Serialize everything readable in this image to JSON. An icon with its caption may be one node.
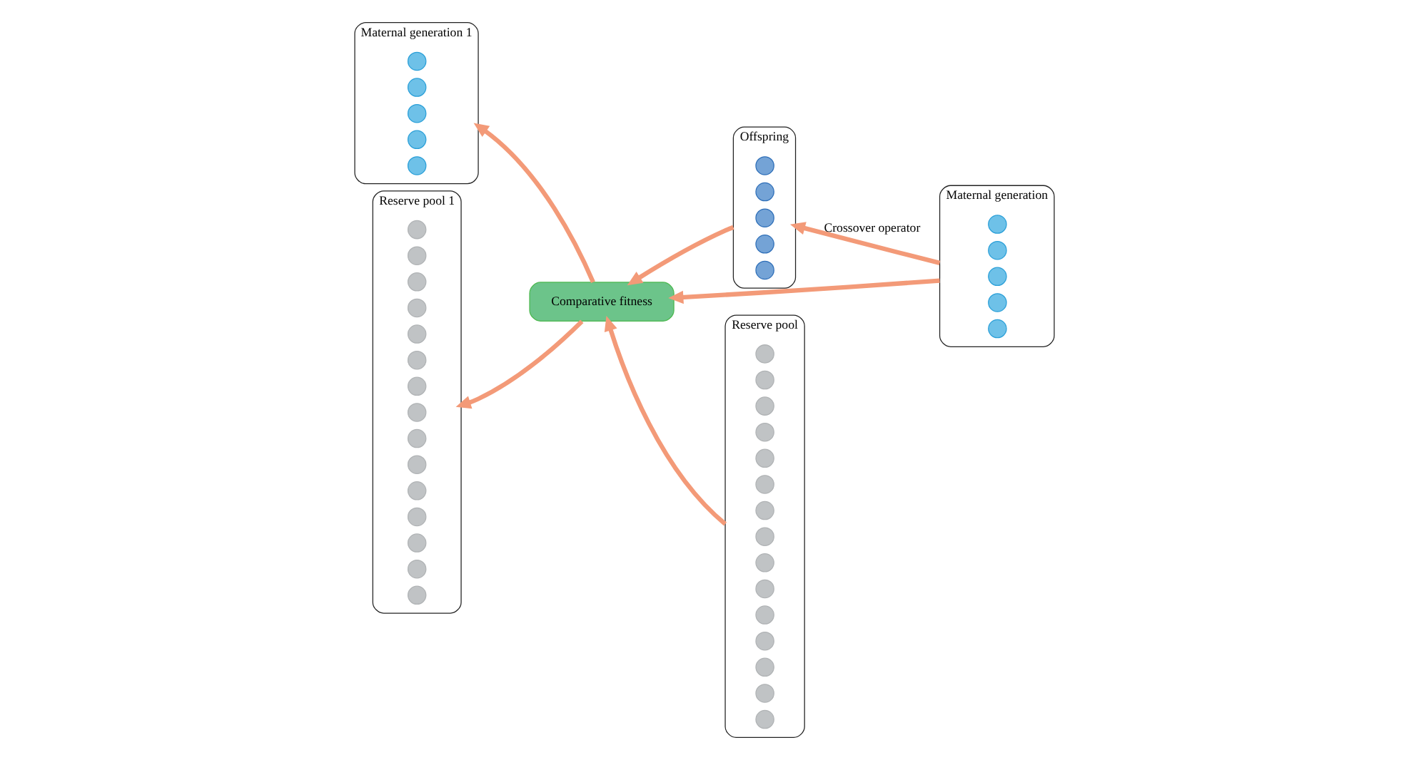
{
  "diagram": {
    "nodes": [
      {
        "text": [
          "Maternal generation"
        ]
      },
      {
        "text": [],
        "shape": "circle",
        "in": 0
      },
      {
        "text": [],
        "shape": "circle",
        "in": 0
      },
      {
        "text": [],
        "shape": "circle",
        "in": 0
      },
      {
        "text": [],
        "shape": "circle",
        "in": 0
      },
      {
        "text": [],
        "shape": "circle",
        "in": 0
      },
      {
        "text": [
          "Maternal generation 1"
        ]
      },
      {
        "text": [],
        "shape": "circle",
        "in": 6
      },
      {
        "text": [],
        "shape": "circle",
        "in": 6
      },
      {
        "text": [],
        "shape": "circle",
        "in": 6
      },
      {
        "text": [],
        "shape": "circle",
        "in": 6
      },
      {
        "text": [],
        "shape": "circle",
        "in": 6
      },
      {
        "text": [
          "Offspring"
        ]
      },
      {
        "text": [],
        "shape": "circle",
        "in": 12
      },
      {
        "text": [],
        "shape": "circle",
        "in": 12
      },
      {
        "text": [],
        "shape": "circle",
        "in": 12
      },
      {
        "text": [],
        "shape": "circle",
        "in": 12
      },
      {
        "text": [],
        "shape": "circle",
        "in": 12
      },
      {
        "text": [
          "Reserve pool 1"
        ]
      },
      {
        "text": [],
        "shape": "circle",
        "in": 18
      },
      {
        "text": [],
        "shape": "circle",
        "in": 18
      },
      {
        "text": [],
        "shape": "circle",
        "in": 18
      },
      {
        "text": [],
        "shape": "circle",
        "in": 18
      },
      {
        "text": [],
        "shape": "circle",
        "in": 18
      },
      {
        "text": [],
        "shape": "circle",
        "in": 18
      },
      {
        "text": [],
        "shape": "circle",
        "in": 18
      },
      {
        "text": [],
        "shape": "circle",
        "in": 18
      },
      {
        "text": [],
        "shape": "circle",
        "in": 18
      },
      {
        "text": [],
        "shape": "circle",
        "in": 18
      },
      {
        "text": [],
        "shape": "circle",
        "in": 18
      },
      {
        "text": [],
        "shape": "circle",
        "in": 18
      },
      {
        "text": [],
        "shape": "circle",
        "in": 18
      },
      {
        "text": [],
        "shape": "circle",
        "in": 18
      },
      {
        "text": [],
        "shape": "circle",
        "in": 18
      },
      {
        "text": [
          "Comparative fitness"
        ]
      },
      {
        "text": [
          "Reserve pool"
        ]
      },
      {
        "text": [],
        "shape": "circle",
        "in": 35
      },
      {
        "text": [],
        "shape": "circle",
        "in": 35
      },
      {
        "text": [],
        "shape": "circle",
        "in": 35
      },
      {
        "text": [],
        "shape": "circle",
        "in": 35
      },
      {
        "text": [],
        "shape": "circle",
        "in": 35
      },
      {
        "text": [],
        "shape": "circle",
        "in": 35
      },
      {
        "text": [],
        "shape": "circle",
        "in": 35
      },
      {
        "text": [],
        "shape": "circle",
        "in": 35
      },
      {
        "text": [],
        "shape": "circle",
        "in": 35
      },
      {
        "text": [],
        "shape": "circle",
        "in": 35
      },
      {
        "text": [],
        "shape": "circle",
        "in": 35
      },
      {
        "text": [],
        "shape": "circle",
        "in": 35
      },
      {
        "text": [],
        "shape": "circle",
        "in": 35
      },
      {
        "text": [],
        "shape": "circle",
        "in": 35
      },
      {
        "text": [],
        "shape": "circle",
        "in": 35
      }
    ],
    "edges": [
      {
        "from": 0,
        "to": 34,
        "arrow": "to"
      },
      {
        "from": 0,
        "to": 12,
        "arrow": "to",
        "label": "Crossover operator"
      },
      {
        "from": 12,
        "to": 34,
        "arrow": "to"
      },
      {
        "from": 35,
        "to": 34,
        "arrow": "to"
      },
      {
        "from": 34,
        "to": 6,
        "arrow": "to"
      },
      {
        "from": 34,
        "to": 18,
        "arrow": "to"
      }
    ]
  }
}
